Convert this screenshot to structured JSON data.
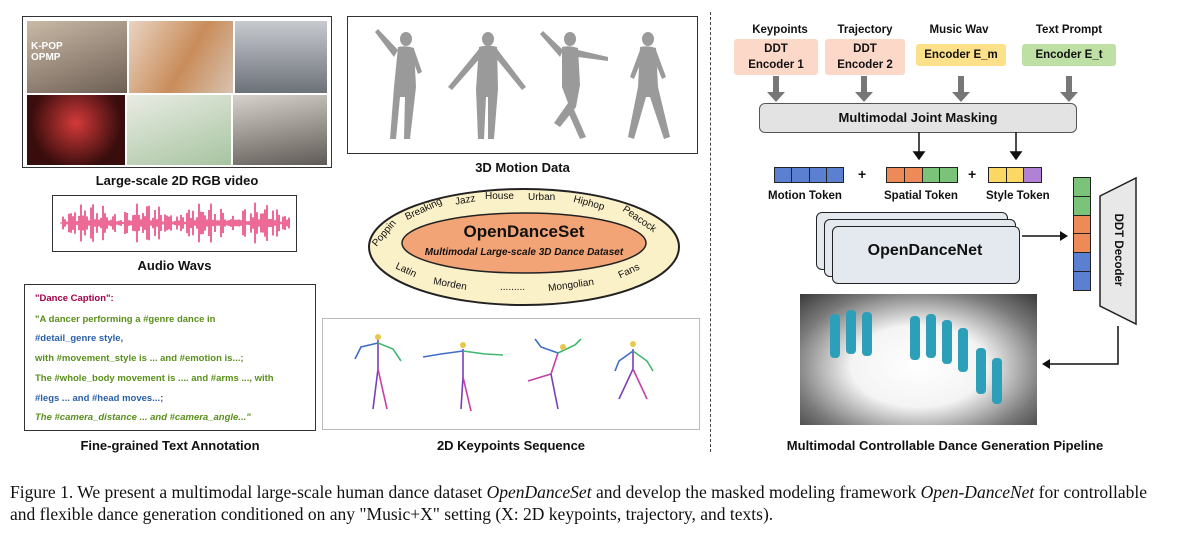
{
  "left": {
    "video_label": "Large-scale 2D RGB video",
    "video_overlay": "K-POP\nOPMP",
    "audio_label": "Audio Wavs",
    "motion_label": "3D Motion Data",
    "text_annotation_label": "Fine-grained Text Annotation",
    "keypoints_label": "2D Keypoints Sequence",
    "caption_title": "\"Dance Caption\":",
    "caption_lines": [
      "\"A dancer performing a  #genre dance in",
      "#detail_genre  style,",
      "with  #movement_style is ... and #emotion is...;",
      "The #whole_body movement is .... and #arms ..., with",
      "#legs ... and #head moves...;",
      "The #camera_distance ... and #camera_angle...\""
    ],
    "dataset_name": "OpenDanceSet",
    "dataset_subtitle": "Multimodal Large-scale 3D Dance Dataset",
    "genres_top": [
      "Poppin",
      "Breaking",
      "Jazz",
      "House",
      "Urban",
      "Hiphop",
      "Peacock"
    ],
    "genres_bottom": [
      "Latin",
      "Morden",
      ".........",
      "Mongolian",
      "Fans"
    ]
  },
  "right": {
    "inputs": [
      {
        "title": "Keypoints",
        "box": "DDT\nEncoder 1",
        "color": "#fbd8c8"
      },
      {
        "title": "Trajectory",
        "box": "DDT\nEncoder 2",
        "color": "#fbd8c8"
      },
      {
        "title": "Music Wav",
        "box": "Encoder E_m",
        "color": "#fde08a"
      },
      {
        "title": "Text Prompt",
        "box": "Encoder E_t",
        "color": "#bfe0a4"
      }
    ],
    "masking_label": "Multimodal Joint Masking",
    "motion_token": "Motion Token",
    "spatial_token": "Spatial Token",
    "style_token": "Style Token",
    "plus": "+",
    "net_label": "OpenDanceNet",
    "decoder_label": "DDT Decoder",
    "pipeline_label": "Multimodal Controllable Dance Generation Pipeline"
  },
  "caption": {
    "prefix": "Figure 1. We present a multimodal large-scale human dance dataset ",
    "dataset": "OpenDanceSet",
    "mid": " and develop the masked modeling framework ",
    "net": "Open-DanceNet",
    "suffix": " for controllable and flexible dance generation conditioned on any \"Music+X\" setting (X: 2D keypoints, trajectory, and texts)."
  }
}
